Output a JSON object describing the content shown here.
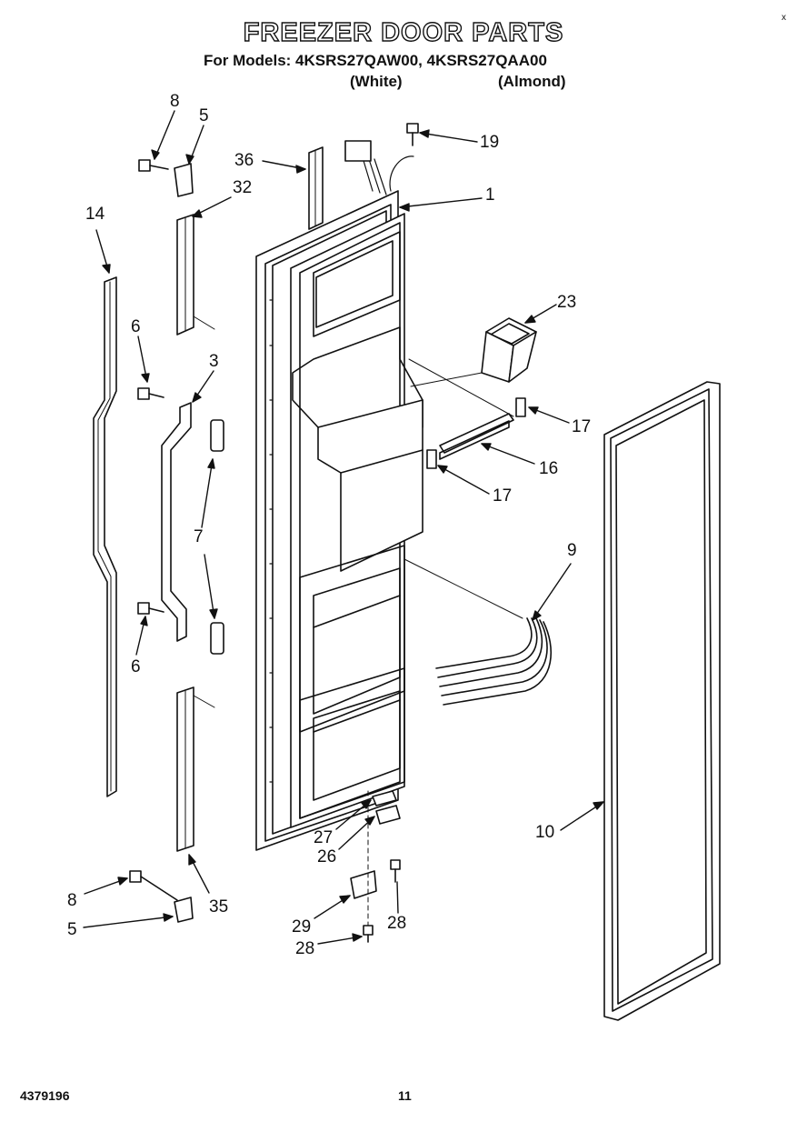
{
  "header": {
    "title": "FREEZER DOOR PARTS",
    "models_line": "For Models: 4KSRS27QAW00, 4KSRS27QAA00",
    "color_white": "(White)",
    "color_almond": "(Almond)",
    "corner_mark": "x"
  },
  "footer": {
    "doc_number": "4379196",
    "page_number": "11"
  },
  "callouts": {
    "c8_top": "8",
    "c5_top": "5",
    "c36": "36",
    "c32": "32",
    "c19": "19",
    "c1": "1",
    "c14": "14",
    "c23": "23",
    "c6_top": "6",
    "c3": "3",
    "c17_top": "17",
    "c16": "16",
    "c17_bottom": "17",
    "c7": "7",
    "c9": "9",
    "c6_bottom": "6",
    "c10": "10",
    "c27": "27",
    "c26": "26",
    "c28_right": "28",
    "c8_bottom": "8",
    "c35": "35",
    "c5_bottom": "5",
    "c29": "29",
    "c28_bottom": "28"
  }
}
